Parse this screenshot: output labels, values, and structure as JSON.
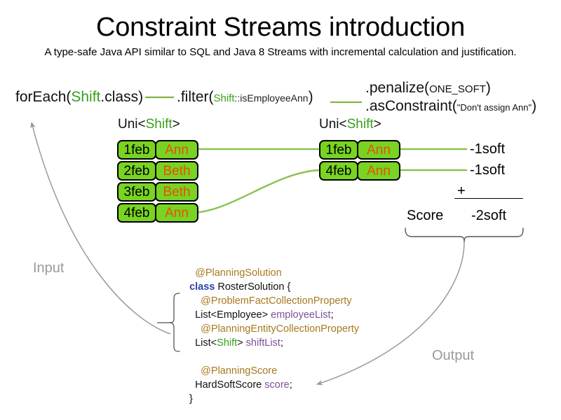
{
  "header": {
    "title": "Constraint Streams introduction",
    "subtitle": "A type-safe Java API similar to SQL and Java 8 Streams with incremental calculation and justification."
  },
  "pipeline": {
    "for_each": {
      "call": "forEach(",
      "arg_type": "Shift",
      "arg_rest": ".class)"
    },
    "filter": {
      "call": ".filter(",
      "arg_ref": "Shift",
      "arg_method": "::isEmployeeAnn",
      "close": ")"
    },
    "penalize": {
      "call": ".penalize(",
      "arg": "ONE_SOFT",
      "close": ")"
    },
    "as_constraint": {
      "call": ".asConstraint(",
      "arg": "\"Don't assign Ann\"",
      "close": ")"
    },
    "uni_label_left": {
      "prefix": "Uni<",
      "type": "Shift",
      "suffix": ">"
    },
    "uni_label_right": {
      "prefix": "Uni<",
      "type": "Shift",
      "suffix": ">"
    }
  },
  "shifts_input": [
    {
      "date": "1feb",
      "employee": "Ann"
    },
    {
      "date": "2feb",
      "employee": "Beth"
    },
    {
      "date": "3feb",
      "employee": "Beth"
    },
    {
      "date": "4feb",
      "employee": "Ann"
    }
  ],
  "shifts_filtered": [
    {
      "date": "1feb",
      "employee": "Ann",
      "penalty": "-1soft"
    },
    {
      "date": "4feb",
      "employee": "Ann",
      "penalty": "-1soft"
    }
  ],
  "score": {
    "plus": "+",
    "label": "Score",
    "total": "-2soft"
  },
  "java_code": {
    "lines": [
      [
        {
          "t": "    ",
          "c": "typ"
        },
        {
          "t": "@PlanningSolution",
          "c": "ann"
        }
      ],
      [
        {
          "t": "  ",
          "c": "typ"
        },
        {
          "t": "class",
          "c": "kw"
        },
        {
          "t": " RosterSolution {",
          "c": "typ"
        }
      ],
      [
        {
          "t": "      ",
          "c": "typ"
        },
        {
          "t": "@ProblemFactCollectionProperty",
          "c": "ann"
        }
      ],
      [
        {
          "t": "    List<Employee> ",
          "c": "typ"
        },
        {
          "t": "employeeList",
          "c": "fld"
        },
        {
          "t": ";",
          "c": "typ"
        }
      ],
      [
        {
          "t": "      ",
          "c": "typ"
        },
        {
          "t": "@PlanningEntityCollectionProperty",
          "c": "ann"
        }
      ],
      [
        {
          "t": "    List<",
          "c": "typ"
        },
        {
          "t": "Shift",
          "c": "grn"
        },
        {
          "t": "> ",
          "c": "typ"
        },
        {
          "t": "shiftList",
          "c": "fld"
        },
        {
          "t": ";",
          "c": "typ"
        }
      ],
      [
        {
          "t": "",
          "c": "typ"
        }
      ],
      [
        {
          "t": "      ",
          "c": "typ"
        },
        {
          "t": "@PlanningScore",
          "c": "ann"
        }
      ],
      [
        {
          "t": "    HardSoftScore ",
          "c": "typ"
        },
        {
          "t": "score",
          "c": "fld"
        },
        {
          "t": ";",
          "c": "typ"
        }
      ],
      [
        {
          "t": "  }",
          "c": "typ"
        }
      ]
    ]
  },
  "flow_labels": {
    "input": "Input",
    "output": "Output"
  },
  "colors": {
    "chip_green": "#78d322",
    "employee_orange": "#e8500a",
    "code_green": "#3a9e1b",
    "connector_green": "#8cc152",
    "annotation_gold": "#a9781f",
    "keyword_blue": "#2b44a8",
    "field_purple": "#7d4f9e",
    "flow_gray": "#9a9a9a"
  }
}
